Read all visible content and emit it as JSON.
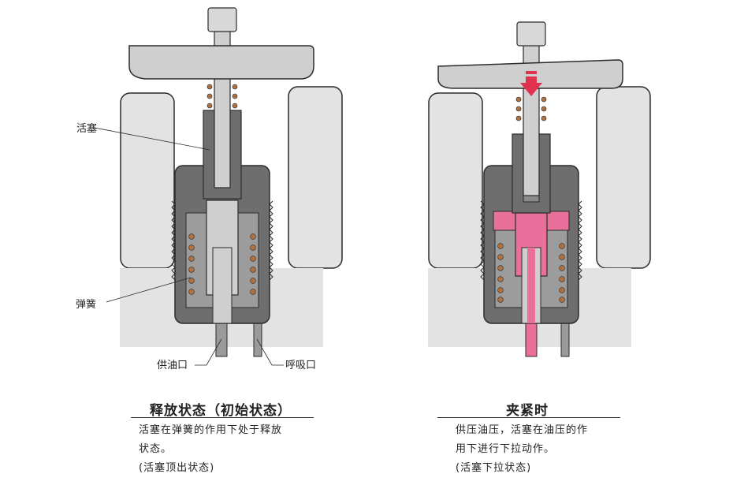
{
  "diagram": {
    "colors": {
      "body_fill": "#6e6e6e",
      "block_fill": "#e3e3e3",
      "handle_fill": "#cfcfcf",
      "spring_color": "#b0703f",
      "oil_fill": "#e8709a",
      "arrow_color": "#e0314f",
      "outline": "#2b2b2b"
    },
    "icons": {
      "push_arrow": "arrow-down-icon"
    }
  },
  "left_panel": {
    "labels": {
      "piston": "活塞",
      "spring": "弹簧",
      "supply_port": "供油口",
      "breather_port": "呼吸口"
    },
    "caption": {
      "title": "释放状态（初始状态）",
      "line1": "活塞在弹簧的作用下处于释放",
      "line2": "状态。",
      "line3": "(活塞顶出状态)"
    }
  },
  "right_panel": {
    "caption": {
      "title": "夹紧时",
      "line1": "供压油压，活塞在油压的作",
      "line2": "用下进行下拉动作。",
      "line3": "(活塞下拉状态)"
    }
  }
}
